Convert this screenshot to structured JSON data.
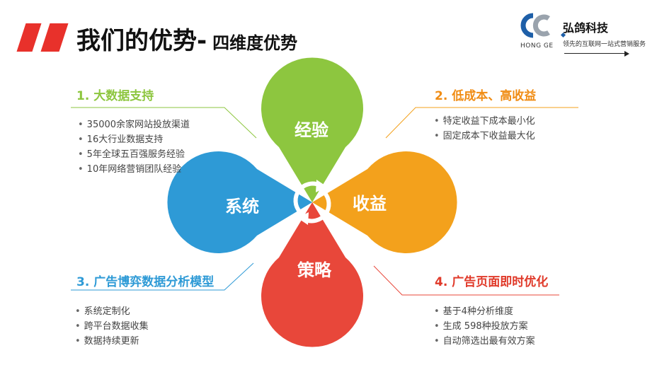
{
  "header": {
    "title": "我们的优势-",
    "subtitle": "四维度优势"
  },
  "logo": {
    "name_cn": "弘鸽科技",
    "name_en": "HONG GE",
    "tagline": "领先的互联网一站式营销服务"
  },
  "petals": {
    "top": "经验",
    "left": "系统",
    "right": "收益",
    "bottom": "策略"
  },
  "sections": {
    "s1": {
      "title": "1. 大数据支持",
      "items": [
        "35000余家网站投放渠道",
        "16大行业数据支持",
        "5年全球五百强服务经验",
        "10年网络营销团队经验"
      ]
    },
    "s2": {
      "title": "2. 低成本、高收益",
      "items": [
        "特定收益下成本最小化",
        "固定成本下收益最大化"
      ]
    },
    "s3": {
      "title": "3. 广告博弈数据分析模型",
      "items": [
        "系统定制化",
        "跨平台数据收集",
        "数据持续更新"
      ]
    },
    "s4": {
      "title": "4. 广告页面即时优化",
      "items": [
        "基于4种分析维度",
        "生成 598种投放方案",
        "自动筛选出最有效方案"
      ]
    }
  },
  "colors": {
    "accent_red": "#e8312b",
    "green": "#8dc63f",
    "blue": "#2e9ad6",
    "orange": "#f3a11c",
    "red": "#e8473a",
    "title_green": "#8dc63f",
    "title_orange": "#f08c14",
    "title_blue": "#2e9ad6",
    "title_red": "#e03a2a"
  }
}
